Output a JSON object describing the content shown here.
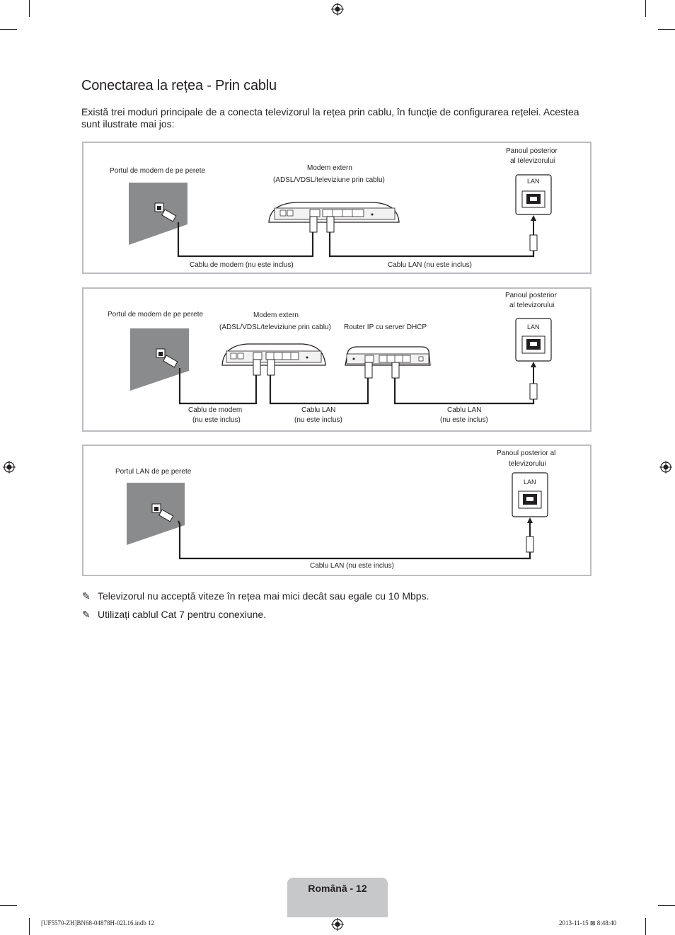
{
  "page": {
    "title": "Conectarea la rețea - Prin cablu",
    "intro": "Există trei moduri principale de a conecta televizorul la rețea prin cablu, în funcție de configurarea rețelei. Acestea sunt ilustrate mai jos:",
    "page_label": "Română - 12",
    "slug_left": "[UF5570-ZH]BN68-04878H-02L16.indb   12",
    "slug_right": "2013-11-15   ⊠ 8:48:40"
  },
  "diagram1": {
    "wall_label": "Portul de modem de pe perete",
    "modem_label_1": "Modem extern",
    "modem_label_2": "(ADSL/VDSL/televiziune prin cablu)",
    "tv_label_1": "Panoul posterior",
    "tv_label_2": "al televizorului",
    "lan_port": "LAN",
    "cable1": "Cablu de modem (nu este inclus)",
    "cable2": "Cablu LAN (nu este inclus)"
  },
  "diagram2": {
    "wall_label": "Portul de modem de pe perete",
    "modem_label_1": "Modem extern",
    "modem_label_2": "(ADSL/VDSL/televiziune prin cablu)",
    "router_label": "Router IP cu server DHCP",
    "tv_label_1": "Panoul posterior",
    "tv_label_2": "al televizorului",
    "lan_port": "LAN",
    "cable1_1": "Cablu de modem",
    "cable1_2": "(nu este inclus)",
    "cable2_1": "Cablu LAN",
    "cable2_2": "(nu este inclus)",
    "cable3_1": "Cablu LAN",
    "cable3_2": "(nu este inclus)"
  },
  "diagram3": {
    "wall_label": "Portul LAN de pe perete",
    "tv_label_1": "Panoul posterior al",
    "tv_label_2": "televizorului",
    "lan_port": "LAN",
    "cable1": "Cablu LAN (nu este inclus)"
  },
  "notes": [
    "Televizorul nu acceptă viteze în rețea mai mici decât sau egale cu 10 Mbps.",
    "Utilizați cablul Cat 7 pentru conexiune."
  ],
  "icons": {
    "note": "pencil-icon",
    "registration": "crosshair-registration-icon"
  }
}
